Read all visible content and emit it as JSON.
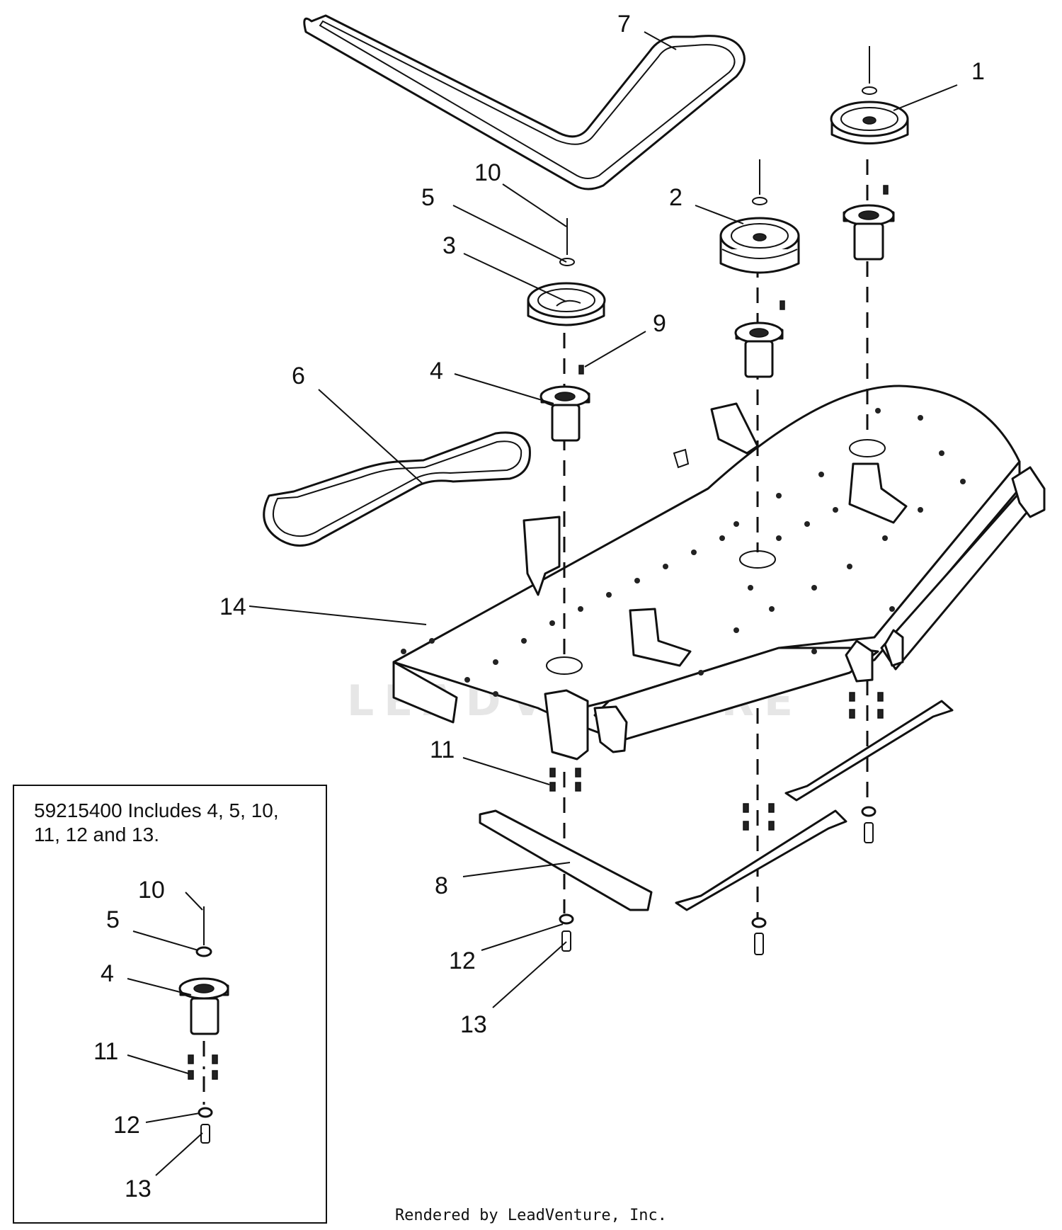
{
  "callouts": {
    "c1": "1",
    "c2": "2",
    "c3": "3",
    "c4": "4",
    "c5": "5",
    "c6": "6",
    "c7": "7",
    "c8": "8",
    "c9": "9",
    "c10": "10",
    "c11": "11",
    "c12": "12",
    "c13": "13",
    "c14": "14"
  },
  "inset": {
    "note": "59215400 Includes 4, 5, 10,\n11, 12 and 13.",
    "c10": "10",
    "c5": "5",
    "c4": "4",
    "c11": "11",
    "c12": "12",
    "c13": "13"
  },
  "watermark": "LEADVENTURE",
  "footer": "Rendered by LeadVenture, Inc."
}
